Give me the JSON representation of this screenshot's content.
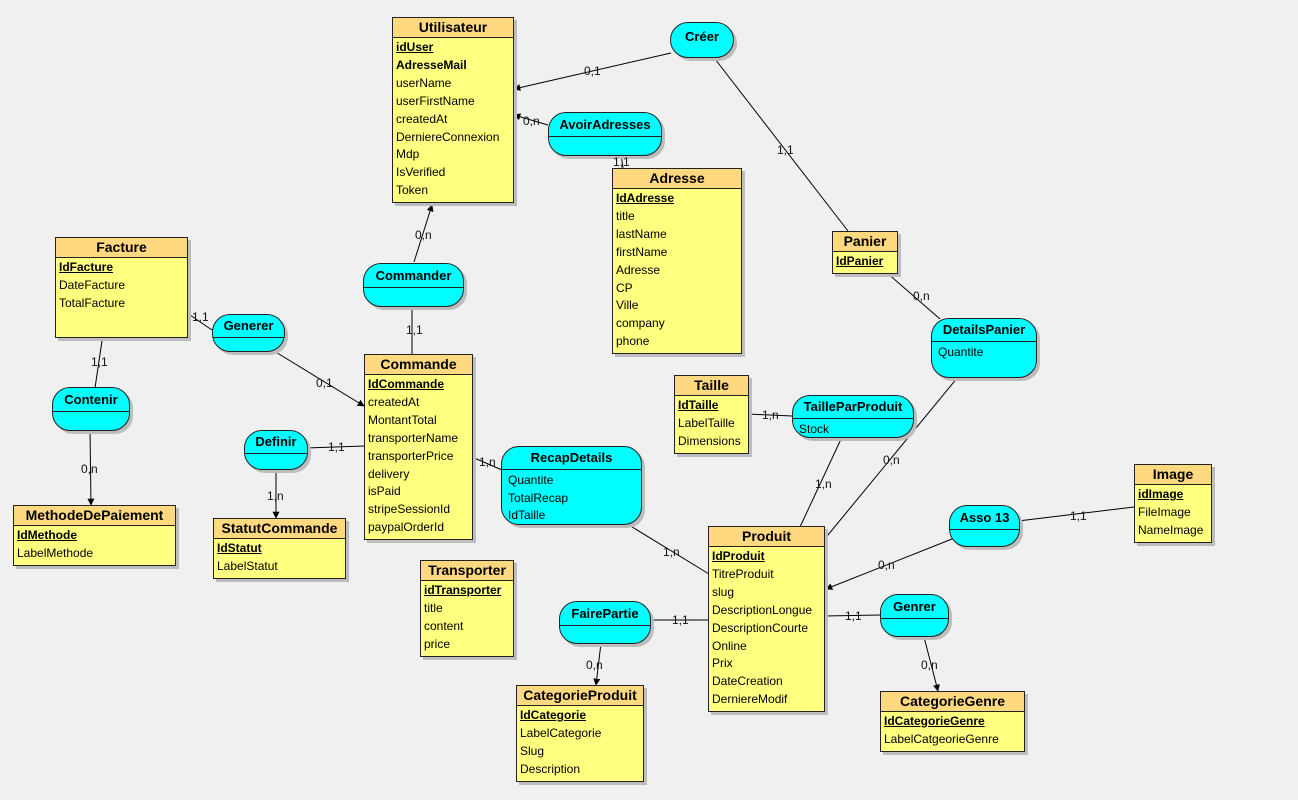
{
  "entities": {
    "utilisateur": {
      "name": "Utilisateur",
      "attributes": [
        {
          "text": "idUser",
          "pk": true
        },
        {
          "text": "AdresseMail",
          "bold": true
        },
        {
          "text": "userName"
        },
        {
          "text": "userFirstName"
        },
        {
          "text": "createdAt"
        },
        {
          "text": "DerniereConnexion"
        },
        {
          "text": "Mdp"
        },
        {
          "text": "IsVerified"
        },
        {
          "text": "Token"
        }
      ]
    },
    "adresse": {
      "name": "Adresse",
      "attributes": [
        {
          "text": "IdAdresse",
          "pk": true
        },
        {
          "text": "title"
        },
        {
          "text": "lastName"
        },
        {
          "text": "firstName"
        },
        {
          "text": "Adresse"
        },
        {
          "text": "CP"
        },
        {
          "text": "Ville"
        },
        {
          "text": "company"
        },
        {
          "text": "phone"
        }
      ]
    },
    "panier": {
      "name": "Panier",
      "attributes": [
        {
          "text": "IdPanier",
          "pk": true
        }
      ]
    },
    "facture": {
      "name": "Facture",
      "attributes": [
        {
          "text": "IdFacture",
          "pk": true
        },
        {
          "text": "DateFacture"
        },
        {
          "text": "TotalFacture"
        }
      ]
    },
    "commande": {
      "name": "Commande",
      "attributes": [
        {
          "text": "IdCommande",
          "pk": true
        },
        {
          "text": "createdAt"
        },
        {
          "text": "MontantTotal"
        },
        {
          "text": "transporterName"
        },
        {
          "text": "transporterPrice"
        },
        {
          "text": "delivery"
        },
        {
          "text": "isPaid"
        },
        {
          "text": "stripeSessionId"
        },
        {
          "text": "paypalOrderId"
        }
      ]
    },
    "taille": {
      "name": "Taille",
      "attributes": [
        {
          "text": "IdTaille",
          "pk": true
        },
        {
          "text": "LabelTaille"
        },
        {
          "text": "Dimensions"
        }
      ]
    },
    "image": {
      "name": "Image",
      "attributes": [
        {
          "text": "idImage",
          "pk": true
        },
        {
          "text": "FileImage"
        },
        {
          "text": "NameImage"
        }
      ]
    },
    "methode": {
      "name": "MethodeDePaiement",
      "attributes": [
        {
          "text": "IdMethode",
          "pk": true
        },
        {
          "text": "LabelMethode"
        }
      ]
    },
    "statut": {
      "name": "StatutCommande",
      "attributes": [
        {
          "text": "IdStatut",
          "pk": true
        },
        {
          "text": "LabelStatut"
        }
      ]
    },
    "transporter": {
      "name": "Transporter",
      "attributes": [
        {
          "text": "idTransporter",
          "pk": true
        },
        {
          "text": "title"
        },
        {
          "text": "content"
        },
        {
          "text": "price"
        }
      ]
    },
    "produit": {
      "name": "Produit",
      "attributes": [
        {
          "text": "IdProduit",
          "pk": true
        },
        {
          "text": "TitreProduit"
        },
        {
          "text": "slug"
        },
        {
          "text": "DescriptionLongue"
        },
        {
          "text": "DescriptionCourte"
        },
        {
          "text": "Online"
        },
        {
          "text": "Prix"
        },
        {
          "text": "DateCreation"
        },
        {
          "text": "DerniereModif"
        }
      ]
    },
    "categorie_produit": {
      "name": "CategorieProduit",
      "attributes": [
        {
          "text": "IdCategorie",
          "pk": true
        },
        {
          "text": "LabelCategorie"
        },
        {
          "text": "Slug"
        },
        {
          "text": "Description"
        }
      ]
    },
    "categorie_genre": {
      "name": "CategorieGenre",
      "attributes": [
        {
          "text": "IdCategorieGenre",
          "pk": true
        },
        {
          "text": "LabelCatgeorieGenre"
        }
      ]
    }
  },
  "associations": {
    "creer": {
      "name": "Créer"
    },
    "avoir_adresses": {
      "name": "AvoirAdresses"
    },
    "commander": {
      "name": "Commander"
    },
    "generer": {
      "name": "Generer"
    },
    "contenir": {
      "name": "Contenir"
    },
    "definir": {
      "name": "Definir"
    },
    "recap_details": {
      "name": "RecapDetails",
      "attributes": [
        "Quantite",
        "TotalRecap",
        "IdTaille"
      ]
    },
    "details_panier": {
      "name": "DetailsPanier",
      "attributes": [
        "Quantite"
      ]
    },
    "taille_par_produit": {
      "name": "TailleParProduit",
      "attributes": [
        "Stock"
      ]
    },
    "asso13": {
      "name": "Asso 13"
    },
    "faire_partie": {
      "name": "FairePartie"
    },
    "genrer": {
      "name": "Genrer"
    }
  },
  "cardinalities": {
    "creer_utilisateur": "0,1",
    "creer_panier": "1,1",
    "avoir_utilisateur": "0,n",
    "avoir_adresse": "1,1",
    "commander_utilisateur": "0,n",
    "commander_commande": "1,1",
    "generer_facture": "1,1",
    "generer_commande": "0,1",
    "contenir_facture": "1,1",
    "contenir_methode": "0,n",
    "definir_commande": "1,1",
    "definir_statut": "1,n",
    "recap_commande": "1,n",
    "recap_produit": "1,n",
    "details_panier": "0,n",
    "details_produit": "0,n",
    "taille_taille": "1,n",
    "taille_produit": "1,n",
    "asso13_image": "1,1",
    "asso13_produit": "0,n",
    "faire_produit": "1,1",
    "faire_categorie": "0,n",
    "genrer_produit": "1,1",
    "genrer_categorie": "0,n"
  }
}
